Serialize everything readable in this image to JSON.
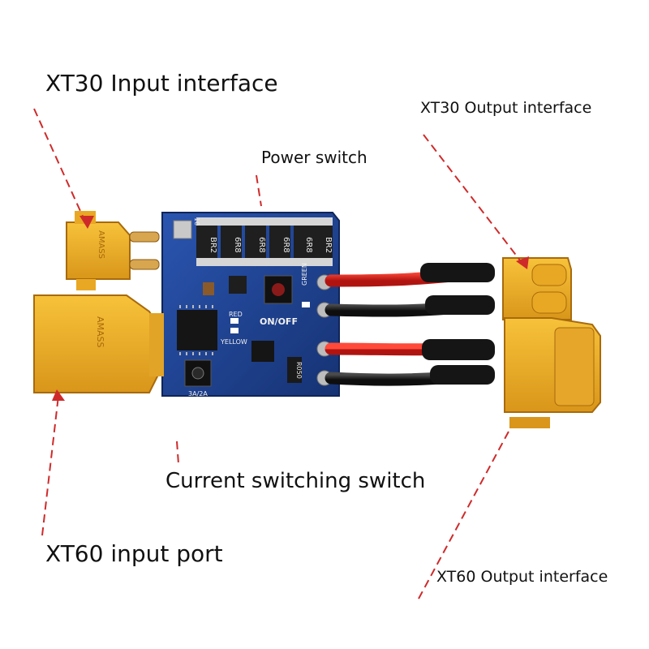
{
  "labels": {
    "xt30_input": "XT30 Input interface",
    "xt30_output": "XT30 Output interface",
    "power_switch": "Power switch",
    "current_switch": "Current switching switch",
    "xt60_input": "XT60 input port",
    "xt60_output": "XT60 Output interface"
  },
  "board_markings": {
    "resistors": [
      "BR2",
      "6R8",
      "6R8",
      "6R8",
      "6R8",
      "BR2"
    ],
    "on_off": "ON/OFF",
    "red": "RED",
    "yellow": "YELLOW",
    "green": "GREEN",
    "r050": "R050",
    "current": "3A/2A",
    "pin_label": "10"
  },
  "connector_markings": {
    "amass": "AMASS",
    "xt60_amass": "AMASS"
  },
  "colors": {
    "pcb": "#1d3f8c",
    "connector": "#f0b21e",
    "wire_red": "#d81f1c",
    "wire_black": "#1a1a1a",
    "leader": "#cf2a2a"
  }
}
